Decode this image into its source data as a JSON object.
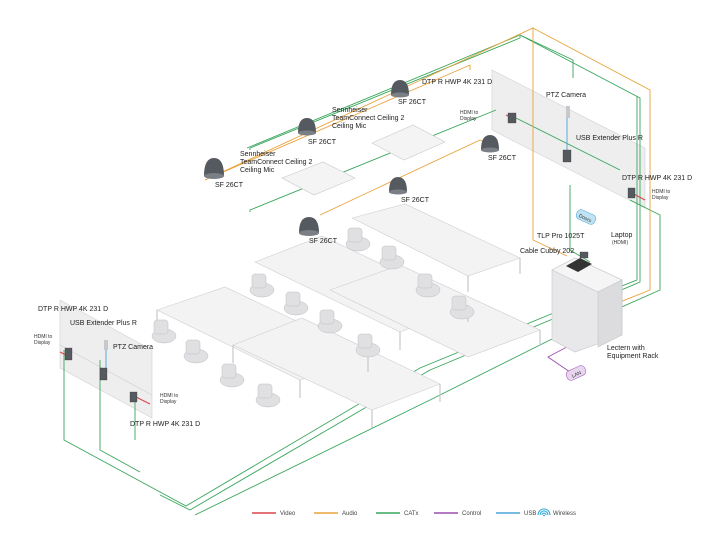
{
  "labels": {
    "dtp_top_right": "DTP R HWP 4K 231 D",
    "hdmi_top_center": "HDMI to\nDisplay",
    "ptz_camera_right": "PTZ Camera",
    "usb_ext_right": "USB Extender Plus R",
    "dtp_right": "DTP R HWP 4K 231 D",
    "hdmi_right": "HDMI to\nDisplay",
    "doors": "Doors",
    "laptop": "Laptop",
    "laptop_hdmi": "(HDMI)",
    "tlp": "TLP Pro 1025T",
    "cable_cubby": "Cable Cubby 202",
    "lectern": "Lectern with\nEquipment Rack",
    "lan": "LAN",
    "mic_right": "Sennheiser\nTeamConnect Ceiling 2\nCeiling Mic",
    "mic_left": "Sennheiser\nTeamConnect Ceiling 2\nCeiling Mic",
    "sf_1": "SF 26CT",
    "sf_2": "SF 26CT",
    "sf_3": "SF 26CT",
    "sf_4": "SF 26CT",
    "sf_5": "SF 26CT",
    "sf_6": "SF 26CT",
    "dtp_left_top": "DTP R HWP 4K 231 D",
    "usb_ext_left": "USB Extender Plus R",
    "hdmi_left": "HDMI to\nDisplay",
    "ptz_camera_left": "PTZ Camera",
    "hdmi_left_lower": "HDMI to\nDisplay",
    "dtp_left_bottom": "DTP R HWP 4K 231 D"
  },
  "legend": [
    {
      "name": "Video",
      "color": "#d8464b"
    },
    {
      "name": "Audio",
      "color": "#e9a23b"
    },
    {
      "name": "CATx",
      "color": "#3aa65c"
    },
    {
      "name": "Control",
      "color": "#9b4fb0"
    },
    {
      "name": "USB",
      "color": "#4ba3d6"
    },
    {
      "name": "Wireless",
      "color": "#2fa8d8",
      "icon": "wifi-icon"
    }
  ],
  "colors": {
    "video": "#d8464b",
    "audio": "#e9a23b",
    "catx": "#3aa65c",
    "control": "#9b4fb0",
    "usb": "#4ba3d6"
  }
}
